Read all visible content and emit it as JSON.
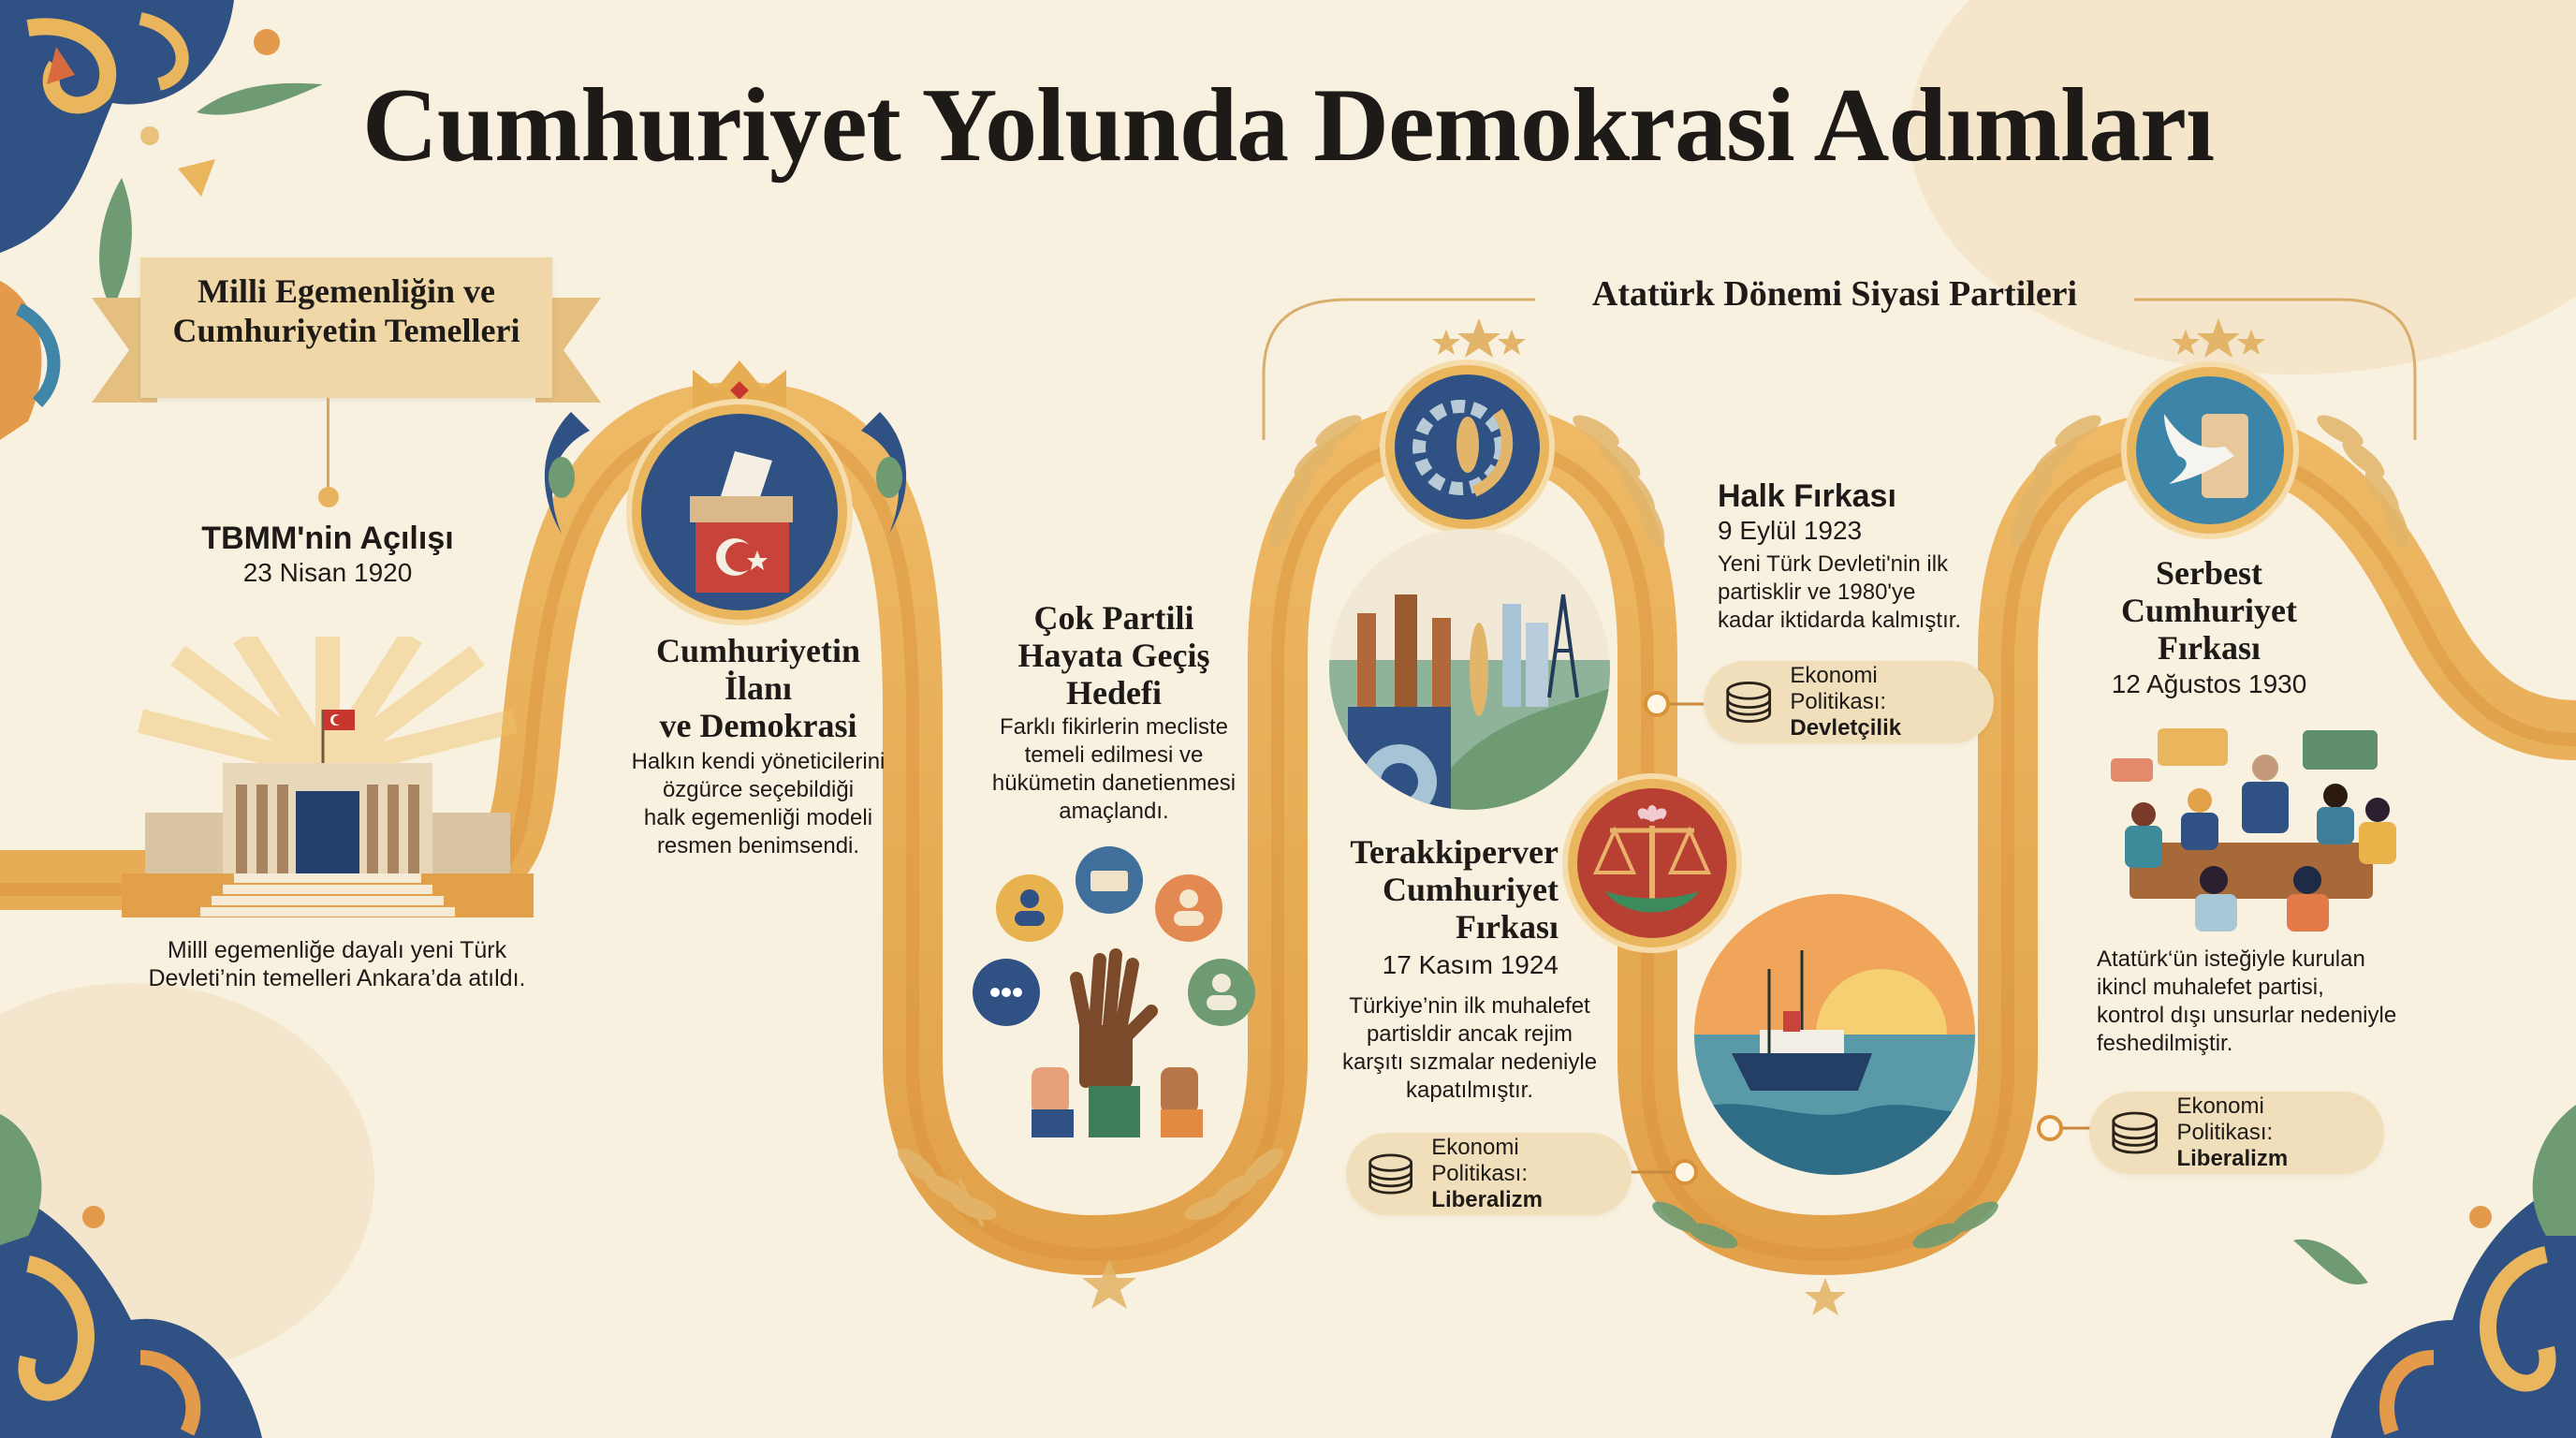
{
  "title": "Cumhuriyet Yolunda Demokrasi Adımları",
  "banner": {
    "line1": "Milli Egemenliğin ve",
    "line2": "Cumhuriyetin Temelleri"
  },
  "section_header": "Atatürk Dönemi Siyasi Partileri",
  "milestones": [
    {
      "id": "tbmm",
      "title": "TBMM'nin Açılışı",
      "date": "23 Nisan 1920",
      "description_lines": [
        "Milll egemenliğe dayalı yeni Türk",
        "Devleti’nin temelleri Ankara’da atıldı."
      ],
      "icon": "parliament-building-icon"
    },
    {
      "id": "cumhuriyet",
      "title_lines": [
        "Cumhuriyetin",
        "İlanı",
        "ve Demokrasi"
      ],
      "description_lines": [
        "Halkın kendi yöneticilerini",
        "özgürce seçebildiği",
        "halk egemenliği modeli",
        "resmen benimsendi."
      ],
      "icon": "ballot-box-icon"
    },
    {
      "id": "cok-partili",
      "title_lines": [
        "Çok Partili",
        "Hayata Geçiş",
        "Hedefi"
      ],
      "description_lines": [
        "Farklı fikirlerin mecliste",
        "temeli edilmesi ve",
        "hükümetin danetienmesi",
        "amaçlandı."
      ],
      "icon": "raised-hands-icon"
    }
  ],
  "parties": [
    {
      "id": "halk-firkasi",
      "name": "Halk Fırkası",
      "date": "9 Eylül 1923",
      "description_lines": [
        "Yeni Türk Devleti'nin ilk",
        "partisklir ve 1980'ye",
        "kadar iktidarda kalmıştır."
      ],
      "economy_label": "Ekonomi Politikası:",
      "economy_value": "Devletçilik",
      "icon": "gear-wheat-icon"
    },
    {
      "id": "terakkiperver",
      "name_lines": [
        "Terakkiperver",
        "Cumhuriyet",
        "Fırkası"
      ],
      "date": "17 Kasım 1924",
      "description_lines": [
        "Türkiye’nin ilk muhalefet",
        "partisldir ancak rejim",
        "karşıtı sızmalar nedeniyle",
        "kapatılmıştır."
      ],
      "economy_label": "Ekonomi Politikası:",
      "economy_value": "Liberalizm",
      "icon": "scales-lotus-icon"
    },
    {
      "id": "serbest",
      "name_lines": [
        "Serbest",
        "Cumhuriyet",
        "Fırkası"
      ],
      "date": "12 Ağustos 1930",
      "description_lines": [
        "Atatürk‘ün isteğiyle kurulan",
        "ikincl muhalefet partisi,",
        "kontrol dışı unsurlar nedeniyle",
        "feshedilmiştir."
      ],
      "economy_label": "Ekonomi Politikası:",
      "economy_value": "Liberalizm",
      "icon": "dove-scroll-icon"
    }
  ],
  "colors": {
    "background": "#f9f1e0",
    "road": "#e9b65d",
    "road_dark": "#d9913a",
    "navy": "#2f5184",
    "teal": "#3f86a8",
    "red": "#b84033",
    "green": "#6e9b72",
    "pill": "#f1dfbb"
  }
}
